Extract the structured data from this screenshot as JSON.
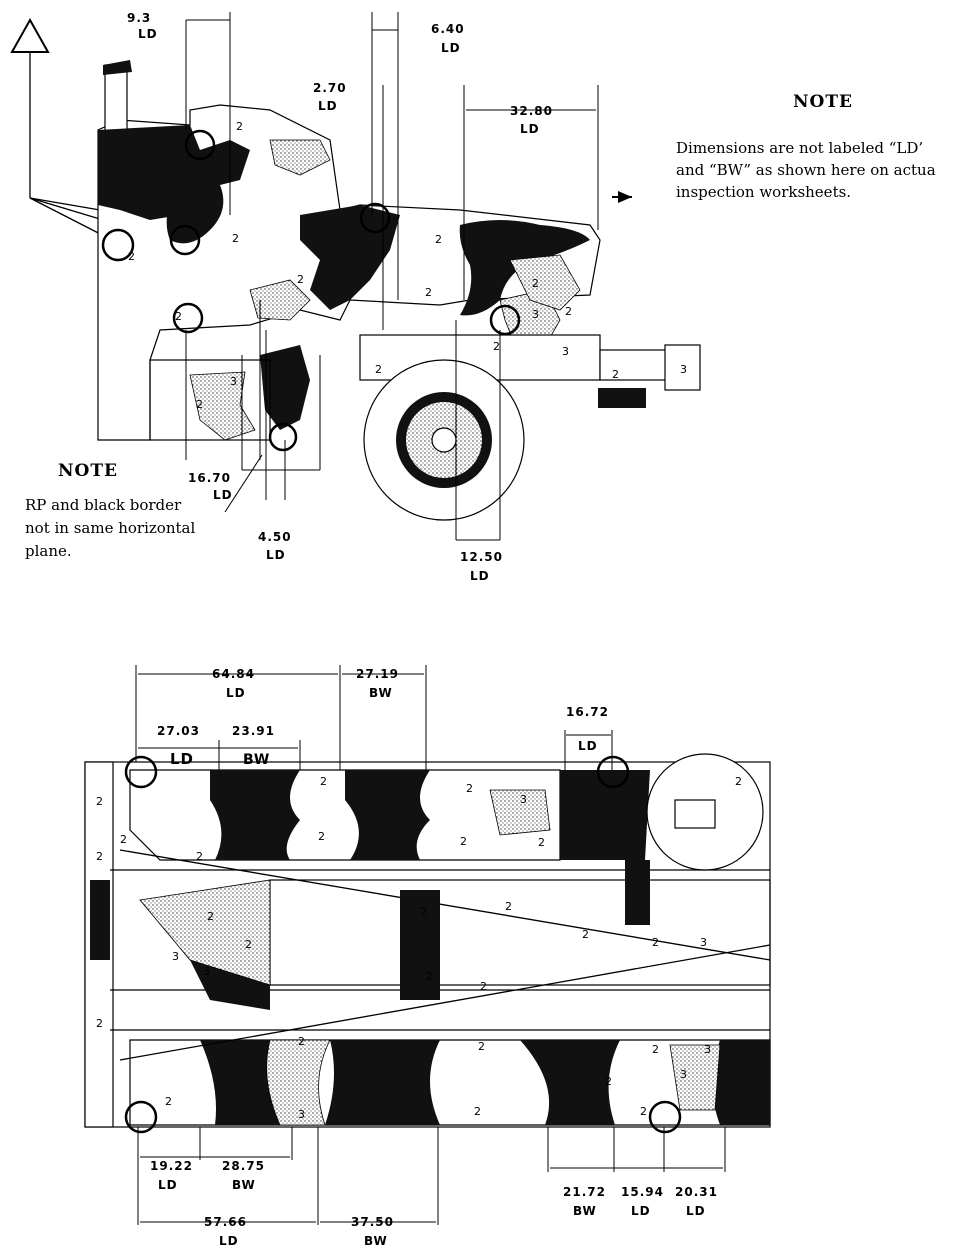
{
  "side_view": {
    "dimensions": [
      {
        "value": "9.3",
        "code": "LD"
      },
      {
        "value": "6.40",
        "code": "LD"
      },
      {
        "value": "2.70",
        "code": "LD"
      },
      {
        "value": "32.80",
        "code": "LD"
      },
      {
        "value": "16.70",
        "code": "LD"
      },
      {
        "value": "4.50",
        "code": "LD"
      },
      {
        "value": "12.50",
        "code": "LD"
      }
    ],
    "note_right": {
      "heading": "NOTE",
      "lines": [
        "Dimensions are not labeled “LD’",
        "and “BW” as shown here on actua",
        "inspection worksheets."
      ]
    },
    "note_left": {
      "heading": "NOTE",
      "lines": [
        "RP and black border",
        "not in same horizontal",
        "plane."
      ]
    }
  },
  "top_view": {
    "dimensions": [
      {
        "value": "64.84",
        "code": "LD"
      },
      {
        "value": "27.19",
        "code": "BW"
      },
      {
        "value": "27.03",
        "code": "LD"
      },
      {
        "value": "23.91",
        "code": "BW"
      },
      {
        "value": "16.72",
        "code": "LD"
      },
      {
        "value": "19.22",
        "code": "LD"
      },
      {
        "value": "28.75",
        "code": "BW"
      },
      {
        "value": "57.66",
        "code": "LD"
      },
      {
        "value": "37.50",
        "code": "BW"
      },
      {
        "value": "21.72",
        "code": "BW"
      },
      {
        "value": "15.94",
        "code": "LD"
      },
      {
        "value": "20.31",
        "code": "LD"
      }
    ]
  },
  "color_codes": [
    "2",
    "3"
  ]
}
